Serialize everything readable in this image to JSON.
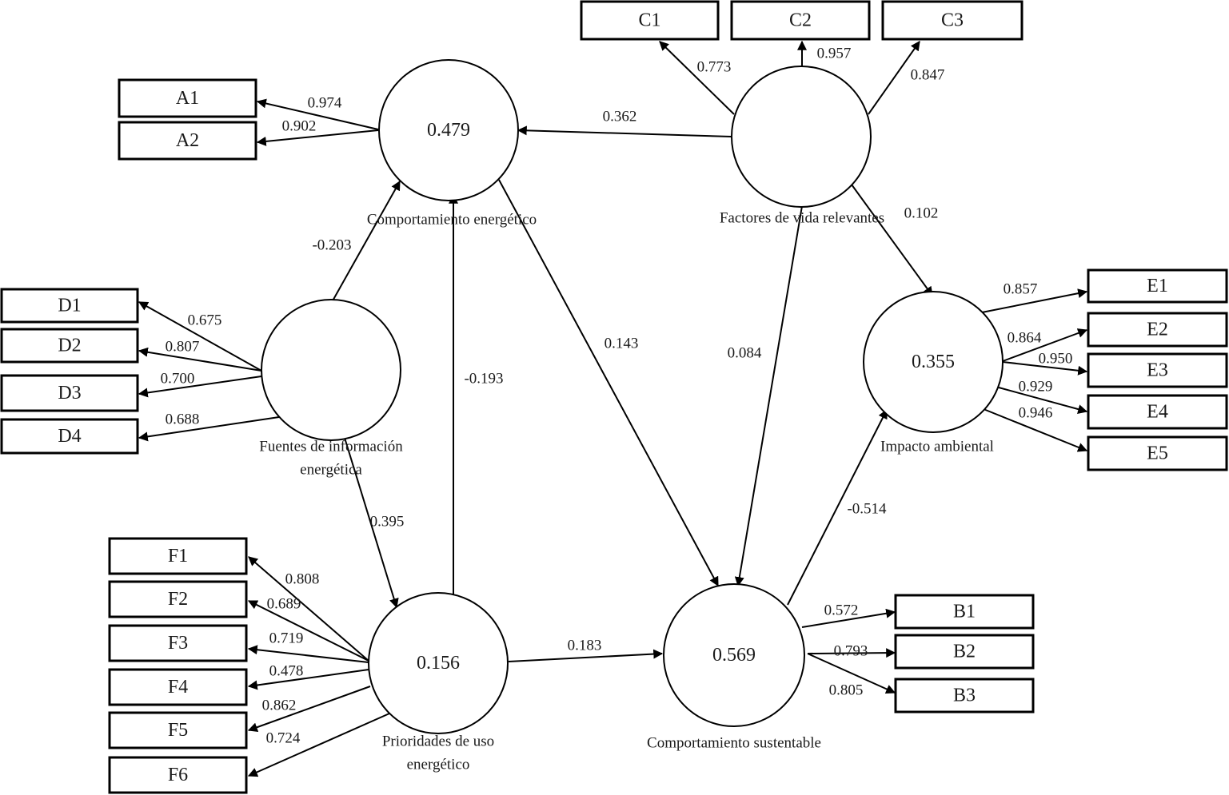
{
  "diagram": {
    "type": "structural-equation-model",
    "constructs": [
      {
        "id": "CE",
        "name_lines": [
          "Comportamiento energético"
        ],
        "r2": "0.479"
      },
      {
        "id": "FV",
        "name_lines": [
          "Factores de vida relevantes"
        ],
        "r2": ""
      },
      {
        "id": "FI",
        "name_lines": [
          "Fuentes de información",
          "energética"
        ],
        "r2": ""
      },
      {
        "id": "PU",
        "name_lines": [
          "Prioridades de uso",
          "energético"
        ],
        "r2": "0.156"
      },
      {
        "id": "CS",
        "name_lines": [
          "Comportamiento sustentable"
        ],
        "r2": "0.569"
      },
      {
        "id": "IA",
        "name_lines": [
          "Impacto ambiental"
        ],
        "r2": "0.355"
      }
    ],
    "indicators": [
      {
        "id": "A1",
        "construct": "CE",
        "loading": "0.974"
      },
      {
        "id": "A2",
        "construct": "CE",
        "loading": "0.902"
      },
      {
        "id": "C1",
        "construct": "FV",
        "loading": "0.773"
      },
      {
        "id": "C2",
        "construct": "FV",
        "loading": "0.957"
      },
      {
        "id": "C3",
        "construct": "FV",
        "loading": "0.847"
      },
      {
        "id": "D1",
        "construct": "FI",
        "loading": "0.675"
      },
      {
        "id": "D2",
        "construct": "FI",
        "loading": "0.807"
      },
      {
        "id": "D3",
        "construct": "FI",
        "loading": "0.700"
      },
      {
        "id": "D4",
        "construct": "FI",
        "loading": "0.688"
      },
      {
        "id": "E1",
        "construct": "IA",
        "loading": "0.857"
      },
      {
        "id": "E2",
        "construct": "IA",
        "loading": "0.864"
      },
      {
        "id": "E3",
        "construct": "IA",
        "loading": "0.950"
      },
      {
        "id": "E4",
        "construct": "IA",
        "loading": "0.929"
      },
      {
        "id": "E5",
        "construct": "IA",
        "loading": "0.946"
      },
      {
        "id": "F1",
        "construct": "PU",
        "loading": "0.808"
      },
      {
        "id": "F2",
        "construct": "PU",
        "loading": "0.689"
      },
      {
        "id": "F3",
        "construct": "PU",
        "loading": "0.719"
      },
      {
        "id": "F4",
        "construct": "PU",
        "loading": "0.478"
      },
      {
        "id": "F5",
        "construct": "PU",
        "loading": "0.862"
      },
      {
        "id": "F6",
        "construct": "PU",
        "loading": "0.724"
      },
      {
        "id": "B1",
        "construct": "CS",
        "loading": "0.572"
      },
      {
        "id": "B2",
        "construct": "CS",
        "loading": "0.793"
      },
      {
        "id": "B3",
        "construct": "CS",
        "loading": "0.805"
      }
    ],
    "paths": [
      {
        "from": "FV",
        "to": "CE",
        "coef": "0.362"
      },
      {
        "from": "FI",
        "to": "CE",
        "coef": "-0.203"
      },
      {
        "from": "PU",
        "to": "CE",
        "coef": "-0.193"
      },
      {
        "from": "CE",
        "to": "CS",
        "coef": "0.143"
      },
      {
        "from": "FV",
        "to": "CS",
        "coef": "0.084"
      },
      {
        "from": "FV",
        "to": "IA",
        "coef": "0.102"
      },
      {
        "from": "FI",
        "to": "PU",
        "coef": "0.395"
      },
      {
        "from": "PU",
        "to": "CS",
        "coef": "0.183"
      },
      {
        "from": "CS",
        "to": "IA",
        "coef": "-0.514"
      }
    ]
  }
}
